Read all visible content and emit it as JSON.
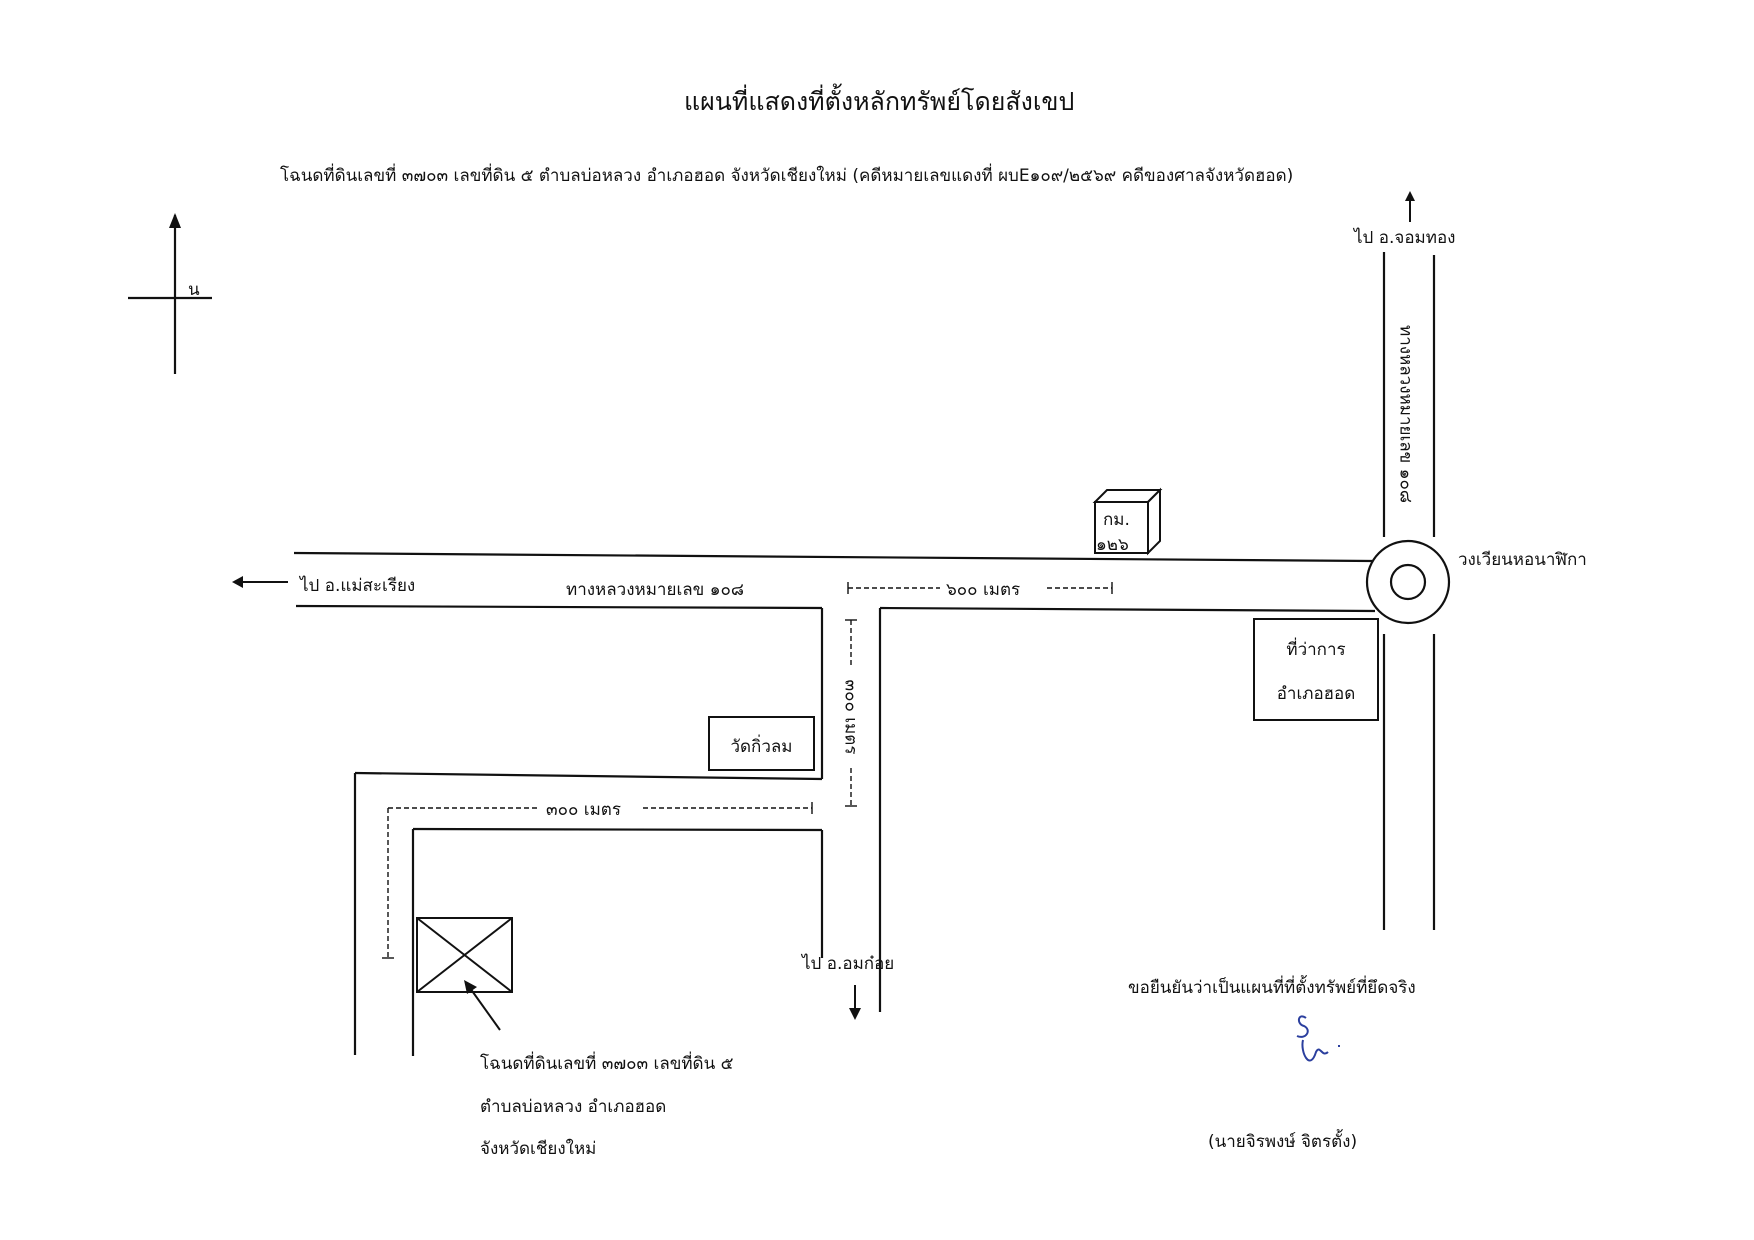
{
  "title": "แผนที่แสดงที่ตั้งหลักทรัพย์โดยสังเขป",
  "subtitle": "โฉนดที่ดินเลขที่ ๓๗๐๓ เลขที่ดิน ๕  ตำบลบ่อหลวง อำเภอฮอด จังหวัดเชียงใหม่ (คดีหมายเลขแดงที่ ผบE๑๐๙/๒๕๖๙ คดีของศาลจังหวัดฮอด)",
  "compass": {
    "north_label": "น"
  },
  "roads": {
    "to_om_thong": "ไป อ.จอมทอง",
    "highway_vertical": "ทางหลวงหมายเลข ๑๐๘",
    "highway_horizontal": "ทางหลวงหมายเลข ๑๐๘",
    "to_mae_sariang": "ไป อ.แม่สะเรียง",
    "to_omkoi": "ไป อ.อมก๋อย"
  },
  "landmarks": {
    "km_marker": [
      "กม.",
      "๑๒๖"
    ],
    "roundabout": "วงเวียนหอนาฬิกา",
    "district_office": [
      "ที่ว่าการ",
      "อำเภอฮอด"
    ],
    "temple": "วัดกิ่วลม"
  },
  "distances": {
    "east_segment": "๖๐๐ เมตร",
    "south_segment": "๓๐๐ เมตร",
    "west_segment": "๓๐๐ เมตร"
  },
  "property_caption": [
    "โฉนดที่ดินเลขที่ ๓๗๐๓ เลขที่ดิน ๕",
    "ตำบลบ่อหลวง อำเภอฮอด",
    "จังหวัดเชียงใหม่"
  ],
  "certification": "ขอยืนยันว่าเป็นแผนที่ที่ตั้งทรัพย์ที่ยึดจริง",
  "signer": "(นายจิรพงษ์  จิตรตั้ง)",
  "colors": {
    "ink": "#111111",
    "signature": "#2b3f9e"
  }
}
